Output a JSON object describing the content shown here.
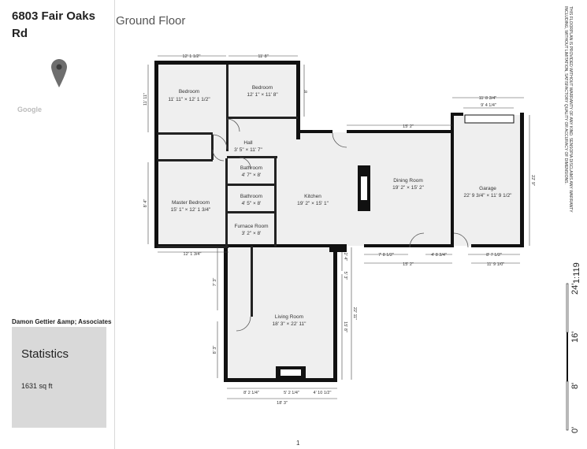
{
  "sidebar": {
    "address": "6803 Fair Oaks Rd",
    "map_attribution": "Google",
    "company": "Damon Gettier &amp; Associates",
    "statistics": {
      "title": "Statistics",
      "area": "1631 sq ft"
    }
  },
  "floor": {
    "title": "Ground Floor"
  },
  "rooms": [
    {
      "id": "bedroom1",
      "name": "Bedroom",
      "dims": "11' 11\" × 12' 1 1/2\""
    },
    {
      "id": "bedroom2",
      "name": "Bedroom",
      "dims": "12' 1\" × 11' 8\""
    },
    {
      "id": "hall",
      "name": "Hall",
      "dims": "3' 5\" × 11' 7\""
    },
    {
      "id": "bathroom1",
      "name": "Bathroom",
      "dims": "4' 7\" × 8'"
    },
    {
      "id": "bathroom2",
      "name": "Bathroom",
      "dims": "4' 5\" × 8'"
    },
    {
      "id": "master",
      "name": "Master Bedroom",
      "dims": "15' 1\" × 12' 1 3/4\""
    },
    {
      "id": "furnace",
      "name": "Furnace Room",
      "dims": "3' 2\" × 8'"
    },
    {
      "id": "kitchen",
      "name": "Kitchen",
      "dims": "19' 2\" × 15' 1\""
    },
    {
      "id": "dining",
      "name": "Dining Room",
      "dims": "19' 2\" × 15' 2\""
    },
    {
      "id": "garage",
      "name": "Garage",
      "dims": "22' 9 3/4\" × 11' 9 1/2\""
    },
    {
      "id": "living",
      "name": "Living Room",
      "dims": "18' 3\" × 22' 11\""
    }
  ],
  "dimensions": {
    "bed1_top": "12' 1 1/2\"",
    "bed2_top": "11' 8\"",
    "bed1_left": "11' 11\"",
    "bed2_right": "8'",
    "master_left": "8' 4\"",
    "master_bottom": "12' 1 3/4\"",
    "dining_top": "15' 2\"",
    "garage_top_outer": "11' 8 3/4\"",
    "garage_top_inner": "9' 4 1/4\"",
    "garage_right": "22' 9\"",
    "dining_bottom_left": "7' 8 1/2\"",
    "dining_bottom_right": "4' 8 3/4\"",
    "dining_bottom_total": "15' 2\"",
    "garage_bottom_inner": "8' 7 1/2\"",
    "garage_bottom_outer": "11' 9 1/0\"",
    "living_left_upper": "7' 3\"",
    "living_left_lower": "8' 3\"",
    "living_right_outer": "22' 11\"",
    "living_right_inner": "15' 8\"",
    "living_right_mid": "5' 3\"",
    "living_right_top": "2' 4\"",
    "living_bottom_left": "8' 2 1/4\"",
    "living_bottom_mid": "5' 2 1/4\"",
    "living_bottom_right": "4' 10 1/2\"",
    "living_bottom_total": "18' 3\""
  },
  "disclaimer": "This floorplan is provided without warranty of any kind. Sensopia disclaims any warranty including, without limitation, satisfactory quality or accuracy of dimensions.",
  "scale": {
    "ratio": "1:119",
    "ticks": [
      "24'",
      "16'",
      "8'",
      "0'"
    ]
  },
  "page_number": "1"
}
